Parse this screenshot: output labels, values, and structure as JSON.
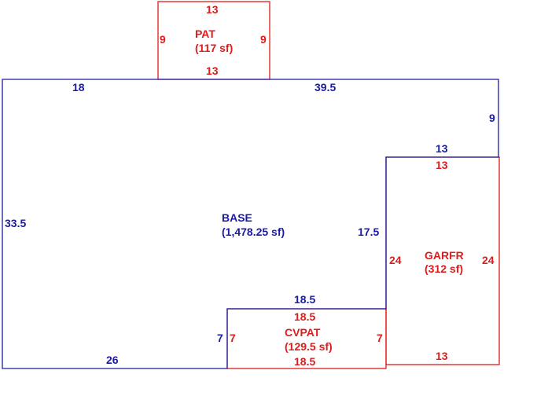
{
  "colors": {
    "base": "#1a1aa6",
    "addition": "#e01b1b",
    "background": "#ffffff"
  },
  "areas": {
    "base": {
      "name": "BASE",
      "area": "(1,478.25 sf)"
    },
    "pat": {
      "name": "PAT",
      "area": "(117 sf)"
    },
    "garfr": {
      "name": "GARFR",
      "area": "(312 sf)"
    },
    "cvpat": {
      "name": "CVPAT",
      "area": "(129.5 sf)"
    }
  },
  "dims": {
    "base": {
      "top_left": "18",
      "top_right": "39.5",
      "right": "9",
      "step_top": "13",
      "step_right": "17.5",
      "notch_top": "18.5",
      "notch_left": "7",
      "bottom": "26",
      "left": "33.5"
    },
    "pat": {
      "top": "13",
      "left": "9",
      "right": "9",
      "bottom": "13"
    },
    "garfr": {
      "top": "13",
      "left": "24",
      "right": "24",
      "bottom": "13"
    },
    "cvpat": {
      "top": "18.5",
      "left": "7",
      "right": "7",
      "bottom": "18.5"
    }
  }
}
